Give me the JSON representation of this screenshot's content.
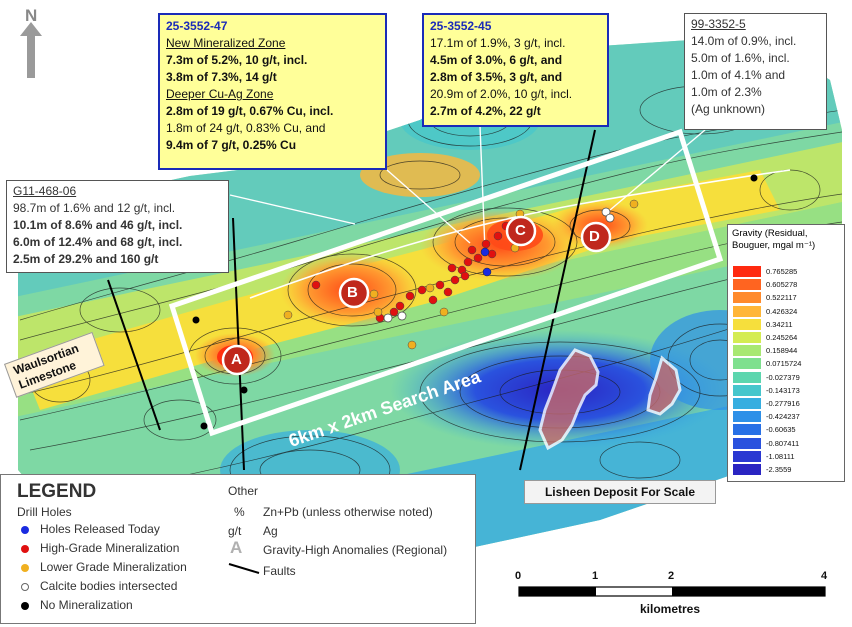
{
  "north_label": "N",
  "callouts": {
    "hole47": {
      "title": "25-3552-47",
      "zone1": "New Mineralized Zone",
      "l1": "7.3m of 5.2%, 10 g/t, incl.",
      "l2": "3.8m of 7.3%, 14 g/t",
      "zone2": "Deeper Cu-Ag Zone",
      "l3": "2.8m of 19 g/t, 0.67% Cu, incl.",
      "l4": "1.8m of 24 g/t, 0.83% Cu, and",
      "l5": "9.4m of 7 g/t, 0.25% Cu"
    },
    "hole45": {
      "title": "25-3552-45",
      "l1": "17.1m of 1.9%, 3 g/t, incl.",
      "l2": "4.5m of 3.0%, 6 g/t, and",
      "l3": "2.8m of 3.5%, 3 g/t, and",
      "l4": "20.9m of 2.0%, 10 g/t, incl.",
      "l5": "2.7m of 4.2%, 22 g/t"
    },
    "hole99": {
      "title": "99-3352-5",
      "l1": "14.0m of 0.9%, incl.",
      "l2": "5.0m of 1.6%, incl.",
      "l3": "1.0m of 4.1% and",
      "l4": "1.0m of 2.3%",
      "l5": "(Ag unknown)"
    },
    "g11": {
      "title": "G11-468-06",
      "l1": "98.7m of 1.6% and 12 g/t, incl.",
      "l2": "10.1m of 8.6% and 46 g/t, incl.",
      "l3": "6.0m of 12.4% and 68 g/t, incl.",
      "l4": "2.5m of 29.2% and 160 g/t"
    }
  },
  "anomaly_labels": [
    "A",
    "B",
    "C",
    "D"
  ],
  "search_area_label": "6km x 2km Search Area",
  "limestone_label": "Waulsortian Limestone",
  "lisheen_label": "Lisheen Deposit For Scale",
  "gravity_legend": {
    "title": "Gravity (Residual, Bouguer, mgal m⁻¹)",
    "entries": [
      {
        "value": "0.765285",
        "color": "#ff2a10"
      },
      {
        "value": "0.605278",
        "color": "#ff6420"
      },
      {
        "value": "0.522117",
        "color": "#ff8a2c"
      },
      {
        "value": "0.426324",
        "color": "#ffb638"
      },
      {
        "value": "0.34211",
        "color": "#f6df3c"
      },
      {
        "value": "0.245264",
        "color": "#d4ec52"
      },
      {
        "value": "0.158944",
        "color": "#a8e872"
      },
      {
        "value": "0.0715724",
        "color": "#7ee08e"
      },
      {
        "value": "-0.027379",
        "color": "#5cd6ae"
      },
      {
        "value": "-0.143173",
        "color": "#46c6cc"
      },
      {
        "value": "-0.277916",
        "color": "#36aee0"
      },
      {
        "value": "-0.424237",
        "color": "#2e90e8"
      },
      {
        "value": "-0.60635",
        "color": "#2870e6"
      },
      {
        "value": "-0.807411",
        "color": "#2a52de"
      },
      {
        "value": "-1.08111",
        "color": "#2a38d2"
      },
      {
        "value": "-2.3559",
        "color": "#2a24c2"
      }
    ]
  },
  "legend": {
    "title": "LEGEND",
    "subtitle": "Drill Holes",
    "items": [
      {
        "label": "Holes Released Today",
        "color": "#1a2be0"
      },
      {
        "label": "High-Grade Mineralization",
        "color": "#e01010"
      },
      {
        "label": "Lower Grade Mineralization",
        "color": "#f0b020"
      },
      {
        "label": "Calcite bodies intersected",
        "color": "#ffffff"
      },
      {
        "label": "No Mineralization",
        "color": "#000000"
      }
    ],
    "other_title": "Other",
    "pct_symbol": "%",
    "pct_label": "Zn+Pb (unless otherwise noted)",
    "gt_symbol": "g/t",
    "gt_label": "Ag",
    "a_symbol": "A",
    "a_label": "Gravity-High Anomalies (Regional)",
    "fault_label": "Faults"
  },
  "scale_bar": {
    "ticks": [
      "0",
      "1",
      "2",
      "4"
    ],
    "unit": "kilometres"
  }
}
